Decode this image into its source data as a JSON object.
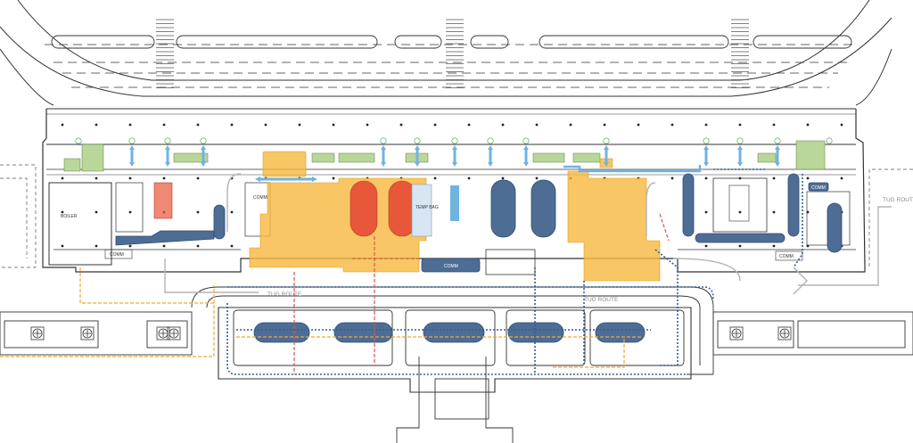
{
  "labels": {
    "boiler": "BOILER",
    "comm": "COMM",
    "temp_bag": "TEMP BAG",
    "tug_route": "TUG ROUTE"
  },
  "colors": {
    "linework": "#333333",
    "light_linework": "#9a9a9a",
    "orange_zone": "#f6b83d",
    "red_device": "#e8573a",
    "blue_device": "#4e6d95",
    "blue_arrow": "#6fb3e0",
    "green_core": "#b9d79a",
    "blue_dotted_route": "#2f5f97",
    "red_dashed_route": "#d9584a",
    "orange_dashed_route": "#f0a63a",
    "grey_route": "#b3b3b3",
    "temp_bag_fill": "#d7e6f2",
    "blue_outline_box": "#4a8cc9"
  },
  "icons": {
    "vertical_circulation": "elevator-icon",
    "direction_arrows": "double-arrow-icon",
    "escalator": "escalator-icon",
    "fan_unit": "fan-icon"
  }
}
